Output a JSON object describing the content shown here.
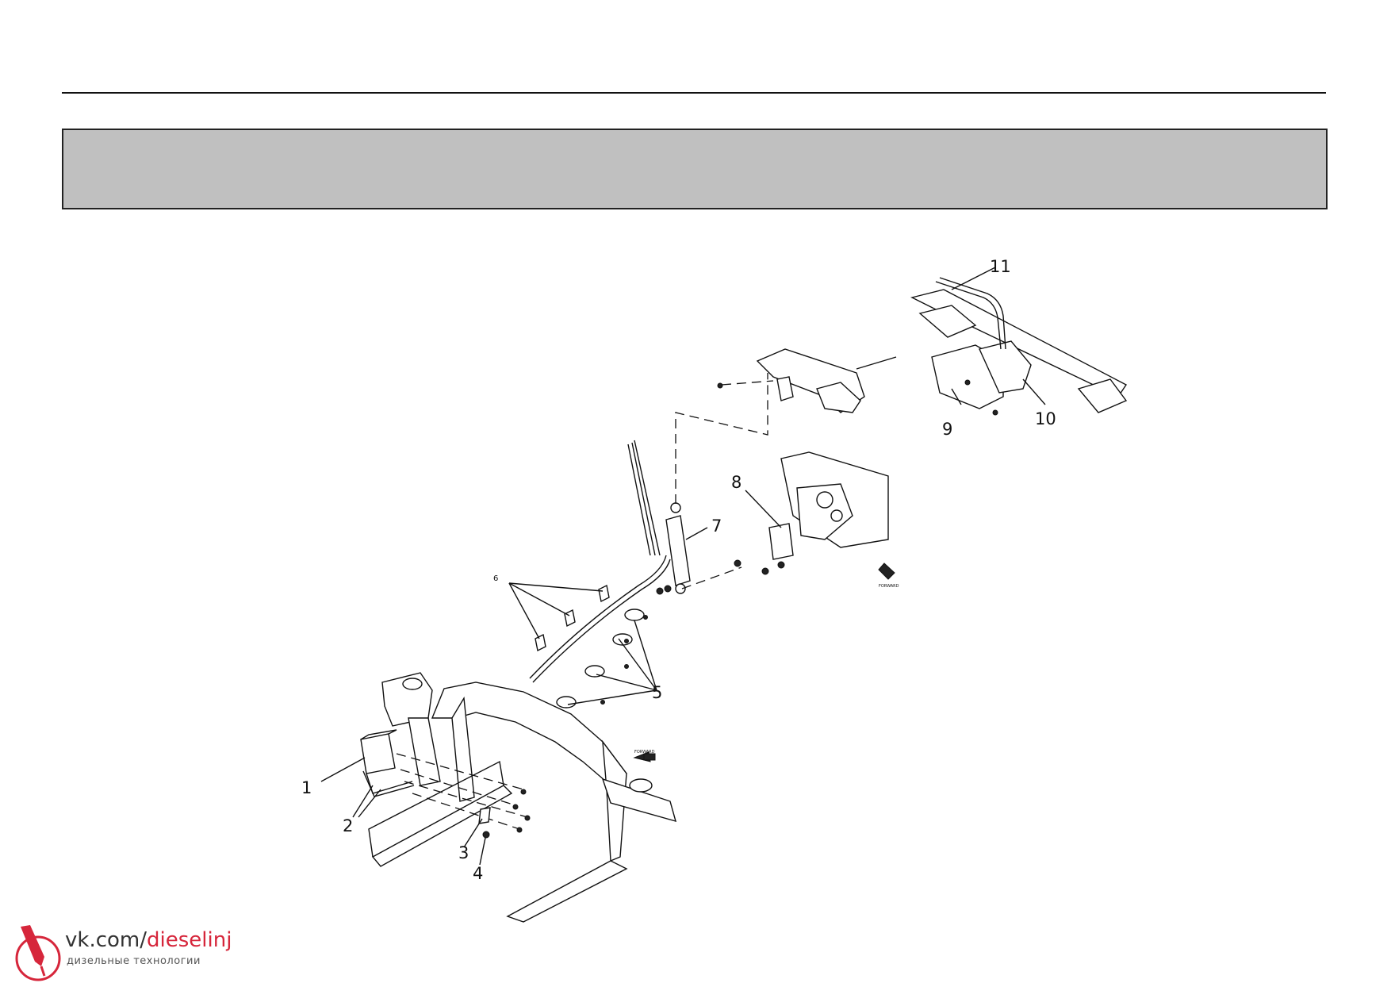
{
  "diagram": {
    "callouts": {
      "c1": "1",
      "c2": "2",
      "c3": "3",
      "c4": "4",
      "c5": "5",
      "c6": "6",
      "c7": "7",
      "c8": "8",
      "c9": "9",
      "c10": "10",
      "c11": "11"
    },
    "forward_label": "FORWARD"
  },
  "watermark": {
    "url_prefix": "vk.com/",
    "url_accent": "dieselinj",
    "subtitle": "дизельные технологии",
    "accent_color": "#d6263b"
  }
}
